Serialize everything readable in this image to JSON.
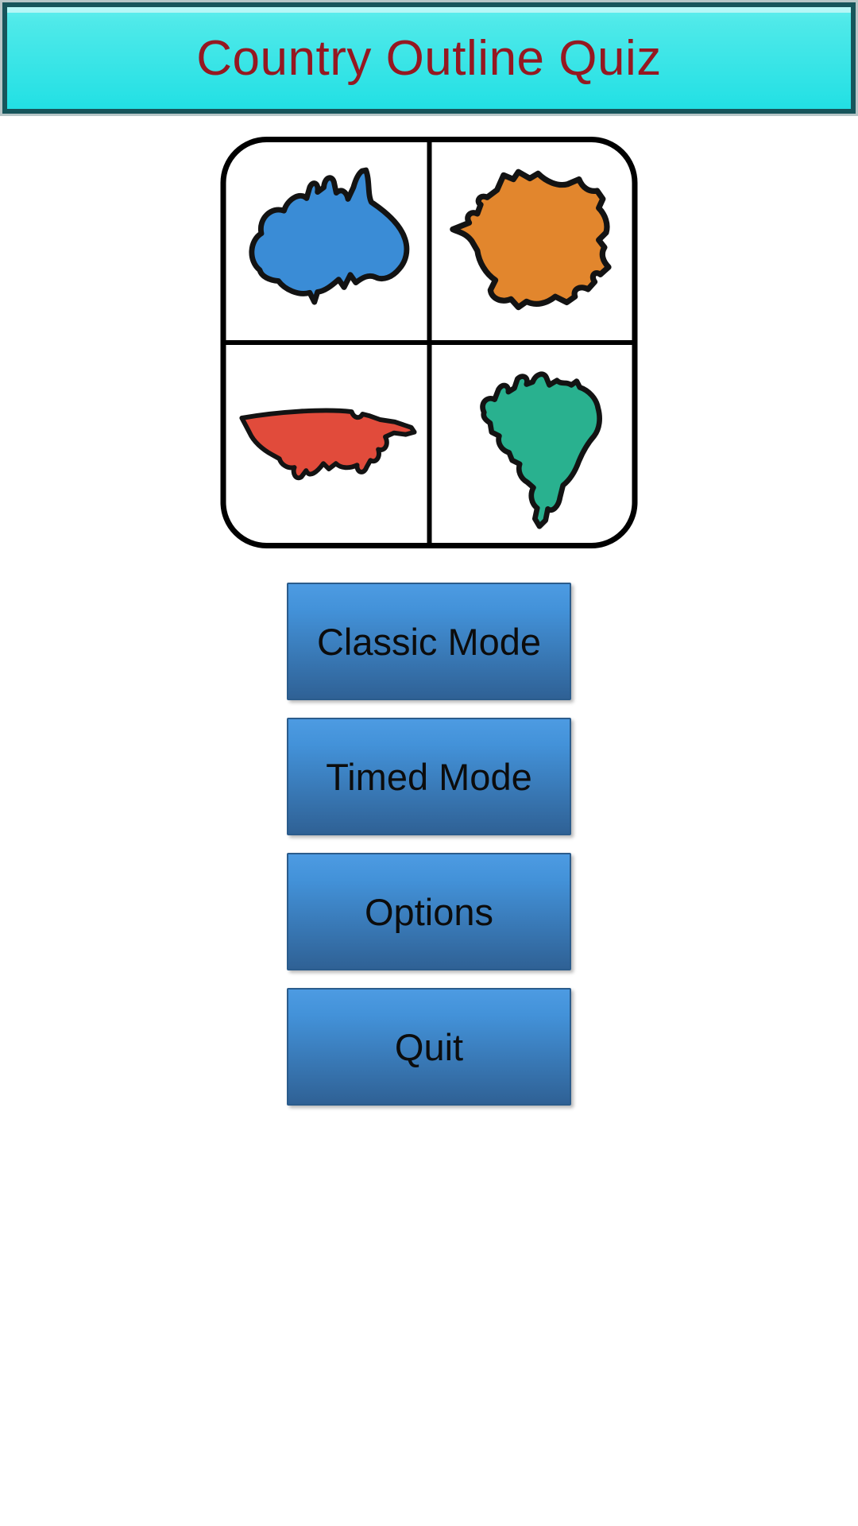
{
  "header": {
    "title": "Country Outline Quiz",
    "title_color": "#951821",
    "banner_gradient_top": "#55ebeb",
    "banner_gradient_bottom": "#22e0e4",
    "banner_border_color": "#17555b"
  },
  "logo": {
    "cells": [
      {
        "icon": "australia-map-icon",
        "color": "#3a8cd6"
      },
      {
        "icon": "france-map-icon",
        "color": "#e2862d"
      },
      {
        "icon": "usa-map-icon",
        "color": "#e14b3b"
      },
      {
        "icon": "brazil-map-icon",
        "color": "#29b18f"
      }
    ],
    "outline_color": "#131313",
    "frame_color": "#000000"
  },
  "menu": {
    "buttons": [
      {
        "label": "Classic Mode"
      },
      {
        "label": "Timed Mode"
      },
      {
        "label": "Options"
      },
      {
        "label": "Quit"
      }
    ],
    "button_text_color": "#0c0c0c",
    "button_gradient_top": "#4d9be2",
    "button_gradient_bottom": "#2f6195",
    "button_border_color": "#2b5c8c"
  }
}
